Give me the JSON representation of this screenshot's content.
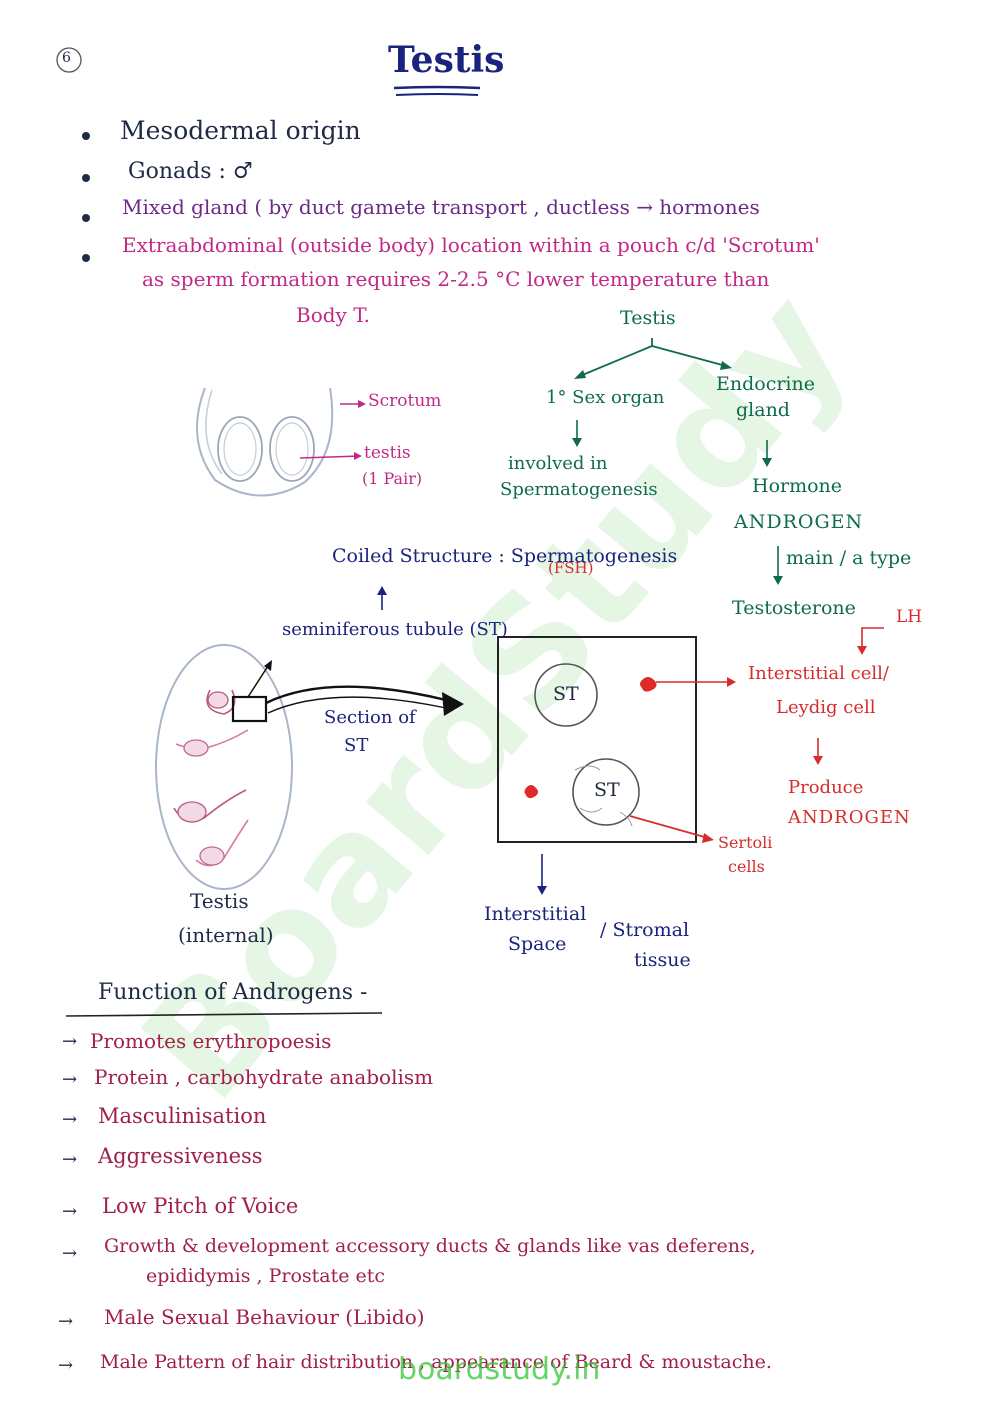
{
  "page_number": "6",
  "title": "Testis",
  "points": [
    "Mesodermal origin",
    "Gonads : ♂",
    "Mixed gland ( by duct gamete transport , ductless → hormones",
    "Extraabdominal (outside body) location within a pouch c/d 'Scrotum'",
    "as sperm formation requires 2-2.5 °C lower temperature than",
    "Body T."
  ],
  "scrotum_diagram": {
    "scrotum": "Scrotum",
    "testis": "testis",
    "pair": "(1 Pair)"
  },
  "tree": {
    "root": "Testis",
    "left": "1° Sex organ",
    "left_desc_1": "involved in",
    "left_desc_2": "Spermatogenesis",
    "right_1": "Endocrine",
    "right_2": "gland",
    "hormone": "Hormone",
    "androgen": "ANDROGEN",
    "main_type": "main / a type",
    "testosterone": "Testosterone",
    "lh": "LH"
  },
  "section": {
    "coiled": "Coiled Structure : Spermatogenesis",
    "fsh": "(FSH)",
    "st_full": "seminiferous tubule (ST)",
    "section_of": "Section of",
    "st": "ST",
    "st_circle_1": "ST",
    "st_circle_2": "ST",
    "testis_label": "Testis",
    "internal": "(internal)",
    "interstitial_1": "Interstitial",
    "interstitial_2": "Space",
    "stromal_1": "/ Stromal",
    "stromal_2": "tissue",
    "interstitial_cell_1": "Interstitial cell/",
    "interstitial_cell_2": "Leydig cell",
    "produce_1": "Produce",
    "produce_2": "ANDROGEN",
    "sertoli_1": "Sertoli",
    "sertoli_2": "cells"
  },
  "functions_title": "Function of Androgens -",
  "functions": [
    "Promotes erythropoesis",
    "Protein , carbohydrate anabolism",
    "Masculinisation",
    "Aggressiveness",
    "Low Pitch of Voice",
    "Growth & development accessory ducts & glands like vas deferens,",
    "epididymis , Prostate etc",
    "Male Sexual Behaviour (Libido)",
    "Male Pattern of hair distribution , appearance of Beard & moustache."
  ],
  "arrow_glyph": "→",
  "watermark": "BoardStudy",
  "footer": "boardstudy.in"
}
